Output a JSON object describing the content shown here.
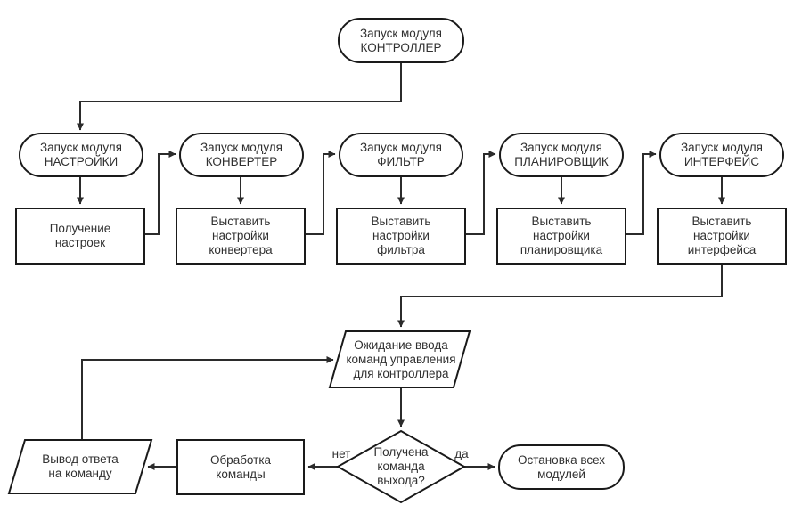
{
  "diagram": {
    "type": "flowchart",
    "language": "ru",
    "colors": {
      "background": "#ffffff",
      "shape_fill": "#ffffff",
      "stroke": "#1a1a1a",
      "text": "#303030"
    },
    "nodes": {
      "start_controller": {
        "shape": "terminator",
        "text": "Запуск модуля\nКОНТРОЛЛЕР"
      },
      "start_settings": {
        "shape": "terminator",
        "text": "Запуск модуля\nНАСТРОЙКИ"
      },
      "start_converter": {
        "shape": "terminator",
        "text": "Запуск модуля\nКОНВЕРТЕР"
      },
      "start_filter": {
        "shape": "terminator",
        "text": "Запуск модуля\nФИЛЬТР"
      },
      "start_scheduler": {
        "shape": "terminator",
        "text": "Запуск модуля\nПЛАНИРОВЩИК"
      },
      "start_interface": {
        "shape": "terminator",
        "text": "Запуск модуля\nИНТЕРФЕЙС"
      },
      "get_settings": {
        "shape": "process",
        "text": "Получение\nнастроек"
      },
      "set_converter": {
        "shape": "process",
        "text": "Выставить\nнастройки\nконвертера"
      },
      "set_filter": {
        "shape": "process",
        "text": "Выставить\nнастройки\nфильтра"
      },
      "set_scheduler": {
        "shape": "process",
        "text": "Выставить\nнастройки\nпланировщика"
      },
      "set_interface": {
        "shape": "process",
        "text": "Выставить\nнастройки\nинтерфейса"
      },
      "wait_input": {
        "shape": "io",
        "text": "Ожидание ввода\nкоманд управления\nдля контроллера"
      },
      "exit_decision": {
        "shape": "decision",
        "text": "Получена\nкоманда\nвыхода?"
      },
      "process_command": {
        "shape": "process",
        "text": "Обработка\nкоманды"
      },
      "output_response": {
        "shape": "io",
        "text": "Вывод ответа\nна команду"
      },
      "stop_all": {
        "shape": "terminator",
        "text": "Остановка всех\nмодулей"
      }
    },
    "edge_labels": {
      "no": "нет",
      "yes": "да"
    }
  }
}
